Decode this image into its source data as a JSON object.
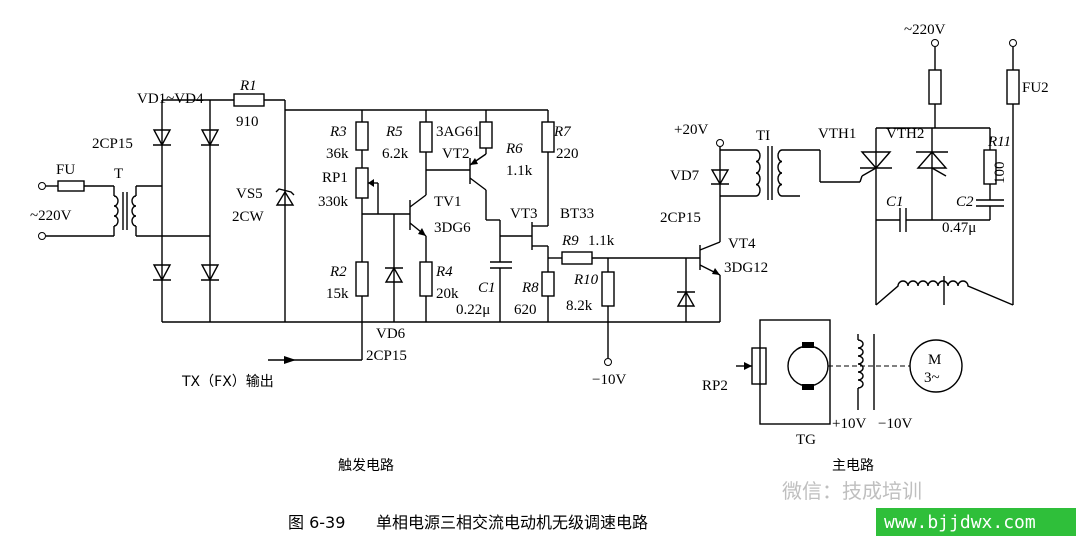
{
  "labels": {
    "vd1_vd4": "VD1~VD4",
    "r1": "R1",
    "r1_val": "910",
    "d_2cp15_left": "2CP15",
    "fu_left": "FU",
    "t": "T",
    "ac_left": "~220V",
    "vs5": "VS5",
    "vs5_type": "2CW",
    "r3": "R3",
    "r3_val": "36k",
    "rp1": "RP1",
    "rp1_val": "330k",
    "r2": "R2",
    "r2_val": "15k",
    "r5": "R5",
    "r5_val": "6.2k",
    "vt2_type": "3AG61",
    "vt2": "VT2",
    "r6": "R6",
    "r6_val": "1.1k",
    "r7": "R7",
    "r7_val": "220",
    "tv1": "TV1",
    "tv1_type": "3DG6",
    "vt3": "VT3",
    "vt3_type": "BT33",
    "r9": "R9",
    "r9_val": "1.1k",
    "r4": "R4",
    "r4_val": "20k",
    "c1_left": "C1",
    "c1_left_val": "0.22μ",
    "r8": "R8",
    "r8_val": "620",
    "r10": "R10",
    "r10_val": "8.2k",
    "vd6": "VD6",
    "vd6_type": "2CP15",
    "tx_out": "TX（FX）输出",
    "neg10v": "−10V",
    "plus20v": "+20V",
    "ti": "TI",
    "vd7": "VD7",
    "d_2cp15_right": "2CP15",
    "vt4": "VT4",
    "vt4_type": "3DG12",
    "ac_right": "~220V",
    "fu2": "FU2",
    "vth1": "VTH1",
    "vth2": "VTH2",
    "r11": "R11",
    "r11_val": "100",
    "c1_right": "C1",
    "c2": "C2",
    "c2_val": "0.47μ",
    "rp2": "RP2",
    "tg": "TG",
    "motor_m": "M",
    "motor_3": "3~",
    "plus10v": "+10V",
    "minus10v": "−10V",
    "trigger_circuit": "触发电路",
    "main_circuit": "主电路"
  },
  "caption": {
    "number": "图 6-39",
    "title": "单相电源三相交流电动机无级调速电路"
  },
  "watermark": {
    "brand": "微信：技成培训",
    "url": "www.bjjdwx.com"
  },
  "colors": {
    "line": "#000000",
    "watermark_green": "#2fbf3a"
  }
}
